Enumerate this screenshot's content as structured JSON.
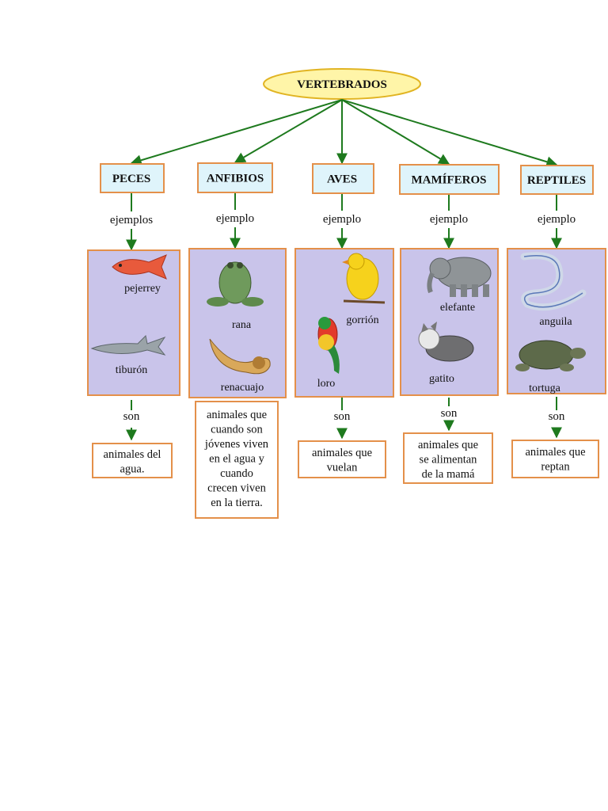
{
  "root": "VERTEBRADOS",
  "colors": {
    "edge": "#1e7a1e",
    "category_fill": "#dff4fb",
    "category_border": "#e4904a",
    "example_fill": "#c9c4ea",
    "example_border": "#e4904a",
    "desc_border": "#e4904a",
    "root_fill": "#fff5a8",
    "root_border": "#e1b422"
  },
  "categories": [
    {
      "label": "PECES",
      "link": "ejemplos",
      "animals": [
        {
          "name": "pejerrey",
          "icon": "fish-icon"
        },
        {
          "name": "tiburón",
          "icon": "shark-icon"
        }
      ],
      "link2": "son",
      "description": [
        "animales del",
        "agua."
      ]
    },
    {
      "label": "ANFIBIOS",
      "link": "ejemplo",
      "animals": [
        {
          "name": "rana",
          "icon": "frog-icon"
        },
        {
          "name": "renacuajo",
          "icon": "tadpole-icon"
        }
      ],
      "link2": "",
      "description": [
        "animales que",
        "cuando son",
        "jóvenes viven",
        "en el agua y",
        "cuando",
        "crecen viven",
        "en la tierra."
      ]
    },
    {
      "label": "AVES",
      "link": "ejemplo",
      "animals": [
        {
          "name": "gorrión",
          "icon": "canary-icon"
        },
        {
          "name": "loro",
          "icon": "parrot-icon"
        }
      ],
      "link2": "son",
      "description": [
        "animales que",
        "vuelan"
      ]
    },
    {
      "label": "MAMÍFEROS",
      "link": "ejemplo",
      "animals": [
        {
          "name": "elefante",
          "icon": "elephant-icon"
        },
        {
          "name": "gatito",
          "icon": "cat-icon"
        }
      ],
      "link2": "son",
      "description": [
        "animales que",
        "se alimentan",
        "de la mamá"
      ]
    },
    {
      "label": "REPTILES",
      "link": "ejemplo",
      "animals": [
        {
          "name": "anguila",
          "icon": "eel-icon"
        },
        {
          "name": "tortuga",
          "icon": "turtle-icon"
        }
      ],
      "link2": "son",
      "description": [
        "animales que",
        "reptan"
      ]
    }
  ]
}
